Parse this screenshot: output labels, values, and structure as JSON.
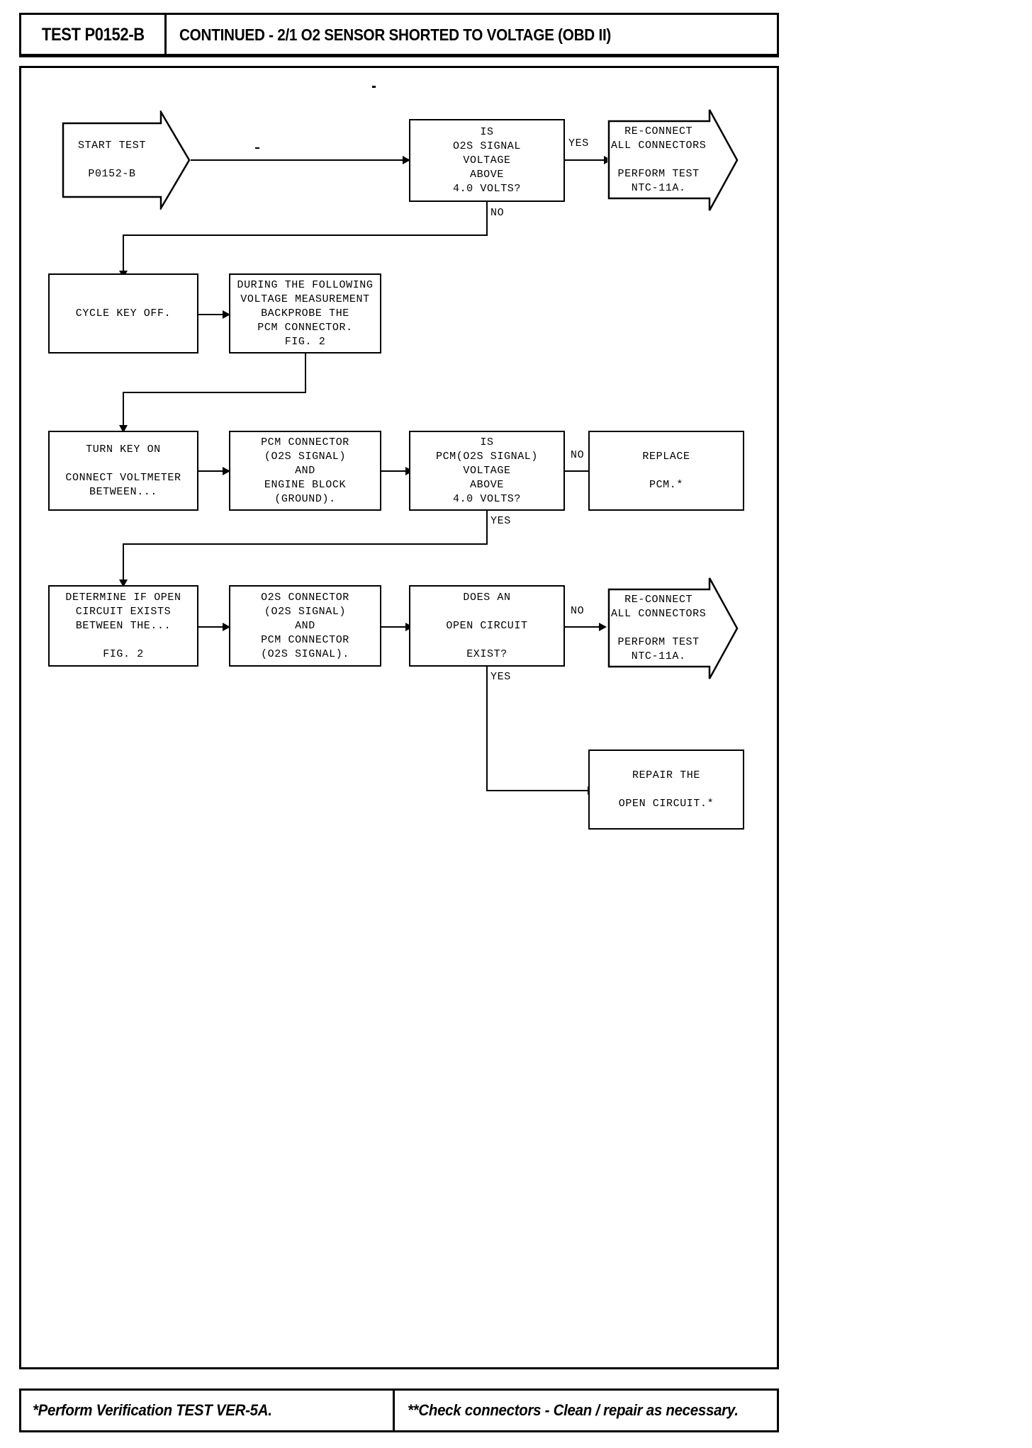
{
  "header": {
    "code": "TEST P0152-B",
    "title": "CONTINUED - 2/1 O2 SENSOR SHORTED TO VOLTAGE (OBD II)"
  },
  "footer": {
    "left": "*Perform Verification TEST VER-5A.",
    "right": "**Check connectors - Clean / repair as necessary."
  },
  "flow": {
    "nodes": [
      {
        "id": "start",
        "shape": "arrow",
        "text": "START TEST\n\nP0152-B"
      },
      {
        "id": "q1",
        "shape": "box",
        "text": "IS\nO2S SIGNAL\nVOLTAGE\nABOVE\n4.0 VOLTS?"
      },
      {
        "id": "reconnect1",
        "shape": "arrow",
        "text": "RE-CONNECT\nALL CONNECTORS\n\nPERFORM TEST\nNTC-11A."
      },
      {
        "id": "cyclekey",
        "shape": "box",
        "text": "CYCLE KEY OFF."
      },
      {
        "id": "backprobe",
        "shape": "box",
        "text": "DURING THE FOLLOWING\nVOLTAGE MEASUREMENT\nBACKPROBE THE\nPCM CONNECTOR.\nFIG. 2"
      },
      {
        "id": "turnkey",
        "shape": "box",
        "text": "TURN KEY ON\n\nCONNECT VOLTMETER\nBETWEEN..."
      },
      {
        "id": "pcmconn",
        "shape": "box",
        "text": "PCM CONNECTOR\n(O2S SIGNAL)\nAND\nENGINE BLOCK\n(GROUND)."
      },
      {
        "id": "q2",
        "shape": "box",
        "text": "IS\nPCM(O2S SIGNAL)\nVOLTAGE\nABOVE\n4.0 VOLTS?"
      },
      {
        "id": "replacepcm",
        "shape": "box",
        "text": "REPLACE\n\nPCM.*"
      },
      {
        "id": "determine",
        "shape": "box",
        "text": "DETERMINE IF OPEN\nCIRCUIT EXISTS\nBETWEEN THE...\n\nFIG. 2"
      },
      {
        "id": "o2sconn",
        "shape": "box",
        "text": "O2S CONNECTOR\n(O2S SIGNAL)\nAND\nPCM CONNECTOR\n(O2S SIGNAL)."
      },
      {
        "id": "q3",
        "shape": "box",
        "text": "DOES AN\n\nOPEN CIRCUIT\n\nEXIST?"
      },
      {
        "id": "reconnect2",
        "shape": "arrow",
        "text": "RE-CONNECT\nALL CONNECTORS\n\nPERFORM TEST\nNTC-11A."
      },
      {
        "id": "repair",
        "shape": "box",
        "text": "REPAIR THE\n\nOPEN CIRCUIT.*"
      }
    ],
    "edge_labels": {
      "q1_yes": "YES",
      "q1_no": "NO",
      "q2_no": "NO",
      "q2_yes": "YES",
      "q3_no": "NO",
      "q3_yes": "YES"
    }
  }
}
